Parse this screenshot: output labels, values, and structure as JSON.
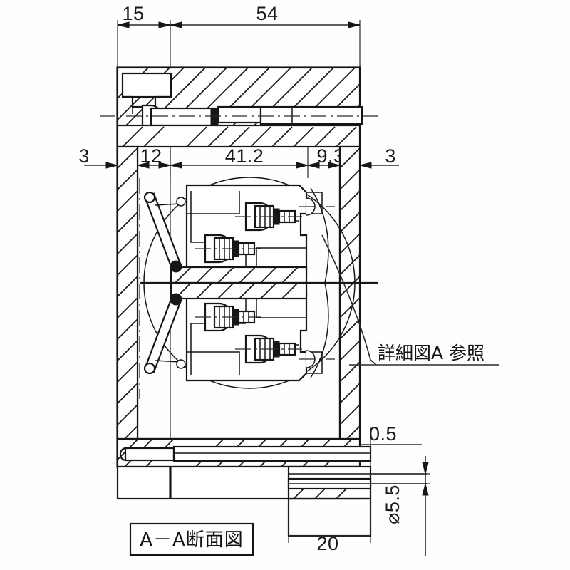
{
  "document": {
    "kind": "mechanical-cross-section-drawing",
    "language": "ja",
    "title_block_label": "A－A断面図",
    "background_color": "#ffffff",
    "line_color": "#161616"
  },
  "dimensions": {
    "top_row": [
      {
        "id": "dim-15",
        "value": "15"
      },
      {
        "id": "dim-54",
        "value": "54"
      }
    ],
    "middle_row": [
      {
        "id": "dim-3-left",
        "value": "3"
      },
      {
        "id": "dim-12",
        "value": "12"
      },
      {
        "id": "dim-41-2",
        "value": "41.2"
      },
      {
        "id": "dim-9-3",
        "value": "9.3"
      },
      {
        "id": "dim-3-right",
        "value": "3"
      }
    ],
    "bottom": [
      {
        "id": "dim-0-5",
        "value": "0.5"
      },
      {
        "id": "dim-20",
        "value": "20"
      },
      {
        "id": "dim-dia-5-5",
        "value": "⌀5.5"
      }
    ]
  },
  "annotations": [
    {
      "id": "detail-callout",
      "text": "詳細図A 参照"
    }
  ],
  "title_block": {
    "label": "A－A断面図"
  }
}
